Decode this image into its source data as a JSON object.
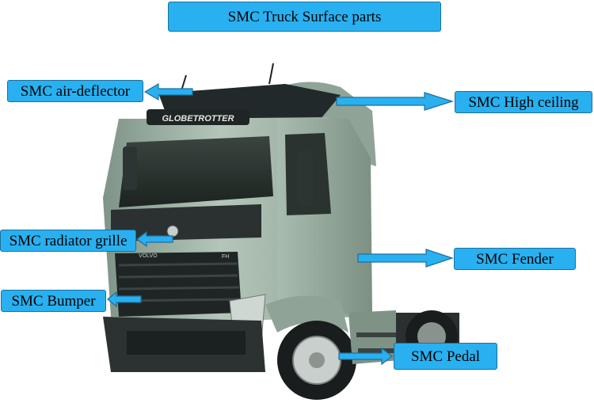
{
  "title": "SMC Truck Surface parts",
  "labels": {
    "air_deflector": "SMC air-deflector",
    "high_ceiling": "SMC High ceiling",
    "radiator_grille": "SMC radiator grille",
    "fender": "SMC Fender",
    "bumper": "SMC Bumper",
    "pedal": "SMC Pedal"
  },
  "truck_branding": {
    "visor_text": "GLOBETROTTER",
    "badge_text": "VOLVO",
    "model_text": "FH"
  },
  "colors": {
    "label_fill": "#29b0f0",
    "label_border": "#1d6f9c",
    "truck_body": "#9fb3a6"
  }
}
